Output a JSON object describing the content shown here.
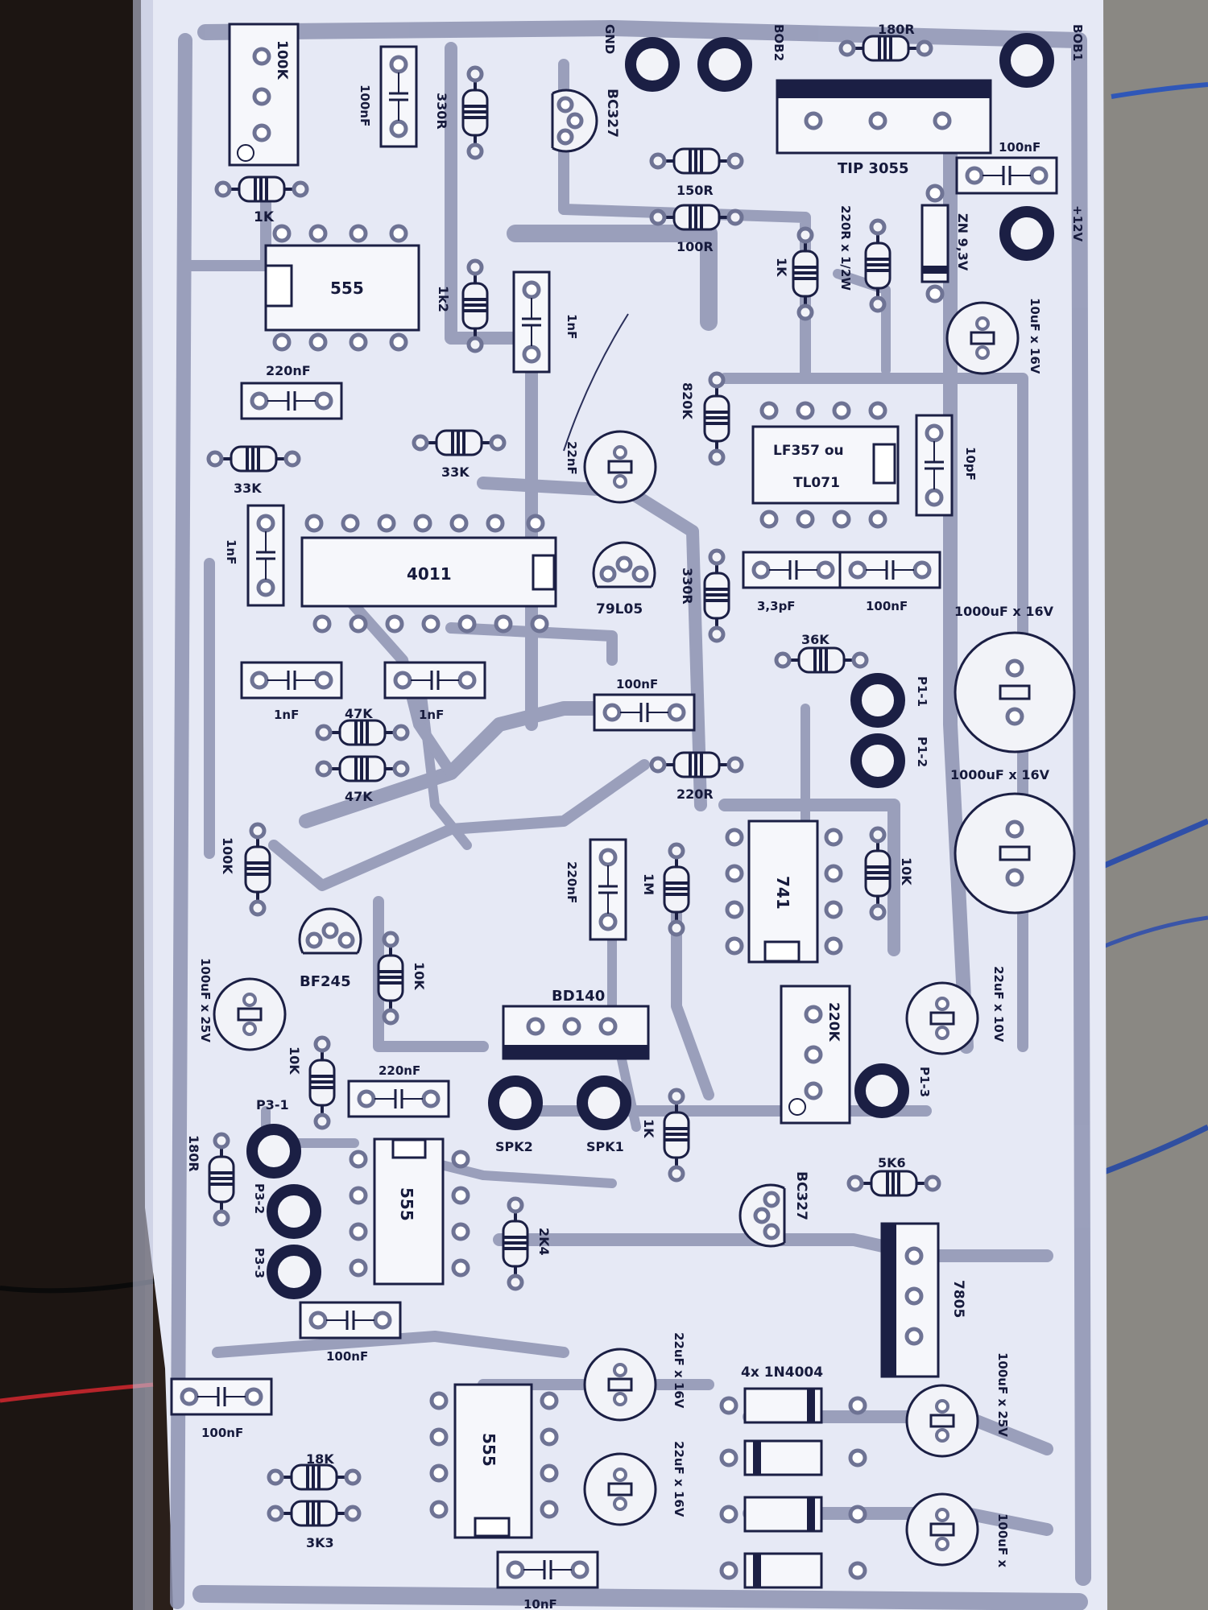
{
  "board": {
    "ink_color": "#1b1f44",
    "paper_color": "#e6e9f5",
    "trace_color": "#8d93b2"
  },
  "components": {
    "ic_555_top": "555",
    "ic_4011": "4011",
    "ic_lf357": "LF357 ou",
    "ic_tl071": "TL071",
    "ic_741": "741",
    "ic_555_mid": "555",
    "ic_555_bot": "555",
    "transistor_bc327_top": "BC327",
    "transistor_bc327_bot": "BC327",
    "transistor_bf245": "BF245",
    "regulator_79l05": "79L05",
    "regulator_7805": "7805",
    "power_tip3055": "TIP 3055",
    "power_bd140": "BD140",
    "diode_zener": "ZN 9,3V",
    "diodes_1n4004": "4x 1N4004"
  },
  "pots": {
    "p_100k": "100K",
    "p_220k": "220K"
  },
  "resistors": {
    "r_1k_top": "1K",
    "r_330r_top": "330R",
    "r_180r_top": "180R",
    "r_150r": "150R",
    "r_100r": "100R",
    "r_1k_mid": "1K",
    "r_220r_half": "220R x 1/2W",
    "r_1k2": "1k2",
    "r_820k": "820K",
    "r_33k_left": "33K",
    "r_33k_right": "33K",
    "r_330r_mid": "330R",
    "r_36k": "36K",
    "r_47k_a": "47K",
    "r_47k_b": "47K",
    "r_220r": "220R",
    "r_100k_left": "100K",
    "r_1m": "1M",
    "r_10k_right": "10K",
    "r_10k_mid": "10K",
    "r_10k_left": "10K",
    "r_180r_left": "180R",
    "r_1k_low": "1K",
    "r_2k4": "2K4",
    "r_5k6": "5K6",
    "r_18k": "18K",
    "r_3k3": "3K3"
  },
  "capacitors": {
    "c_100nf_top_left": "100nF",
    "c_100nf_top_right": "100nF",
    "c_220nf_top": "220nF",
    "c_1nf_top": "1nF",
    "c_1nf_left": "1nF",
    "c_10uf_16v": "10uF x 16V",
    "c_22nf": "22nF",
    "c_10pf": "10pF",
    "c_3_3pf": "3,3pF",
    "c_100nf_mid_right": "100nF",
    "c_1000uf_a": "1000uF x 16V",
    "c_1000uf_b": "1000uF x 16V",
    "c_1nf_a": "1nF",
    "c_1nf_b": "1nF",
    "c_100nf_mid": "100nF",
    "c_220nf_mid": "220nF",
    "c_100uf_25v_left": "100uF x 25V",
    "c_220nf_low": "220nF",
    "c_22uf_10v": "22uF x 10V",
    "c_100nf_low": "100nF",
    "c_100nf_bot_left": "100nF",
    "c_22uf_16v_a": "22uF x 16V",
    "c_22uf_16v_b": "22uF x 16V",
    "c_100uf_25v_right": "100uF x 25V",
    "c_100uf_right": "100uF x",
    "c_10nf": "10nF"
  },
  "pads": {
    "gnd": "GND",
    "bob2": "BOB2",
    "bob1": "BOB1",
    "plus12v": "+12V",
    "p1_1": "P1-1",
    "p1_2": "P1-2",
    "p1_3": "P1-3",
    "p3_1": "P3-1",
    "p3_2": "P3-2",
    "p3_3": "P3-3",
    "spk1": "SPK1",
    "spk2": "SPK2"
  }
}
